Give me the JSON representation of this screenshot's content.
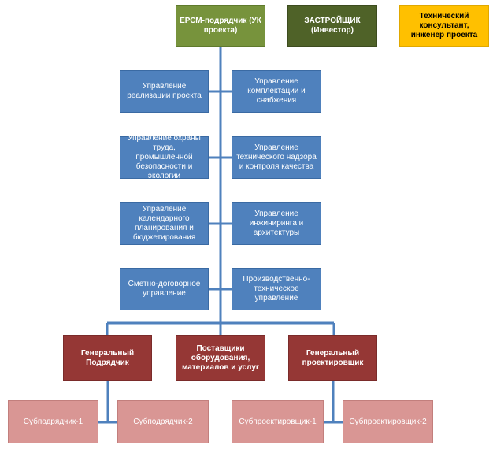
{
  "header": {
    "epcm": "ЕРСМ-подрядчик (УК проекта)",
    "developer": "ЗАСТРОЙЩИК (Инвестор)",
    "consultant": "Технический консультант, инженер проекта"
  },
  "departments_left": [
    "Управление реализации проекта",
    "Управление охраны труда, промышленной безопасности и экологии",
    "Управление календарного планирования и бюджетирования",
    "Сметно-договорное управление"
  ],
  "departments_right": [
    "Управление комплектации и снабжения",
    "Управление технического надзора и контроля качества",
    "Управление инжиниринга и архитектуры",
    "Производственно-техническое управление"
  ],
  "contractors": {
    "general_contractor": "Генеральный Подрядчик",
    "suppliers": "Поставщики оборудования, материалов и услуг",
    "general_designer": "Генеральный проектировщик"
  },
  "subs": {
    "sub1": "Субподрядчик-1",
    "sub2": "Субподрядчик-2",
    "subdesigner1": "Субпроектировщик-1",
    "subdesigner2": "Субпроектировщик-2"
  },
  "colors": {
    "top_green": "#77933c",
    "top_dark": "#4f6228",
    "top_yellow": "#ffc000",
    "blue": "#4f81bd",
    "red": "#953735",
    "pink": "#d99694",
    "connector": "#4f81bd"
  }
}
